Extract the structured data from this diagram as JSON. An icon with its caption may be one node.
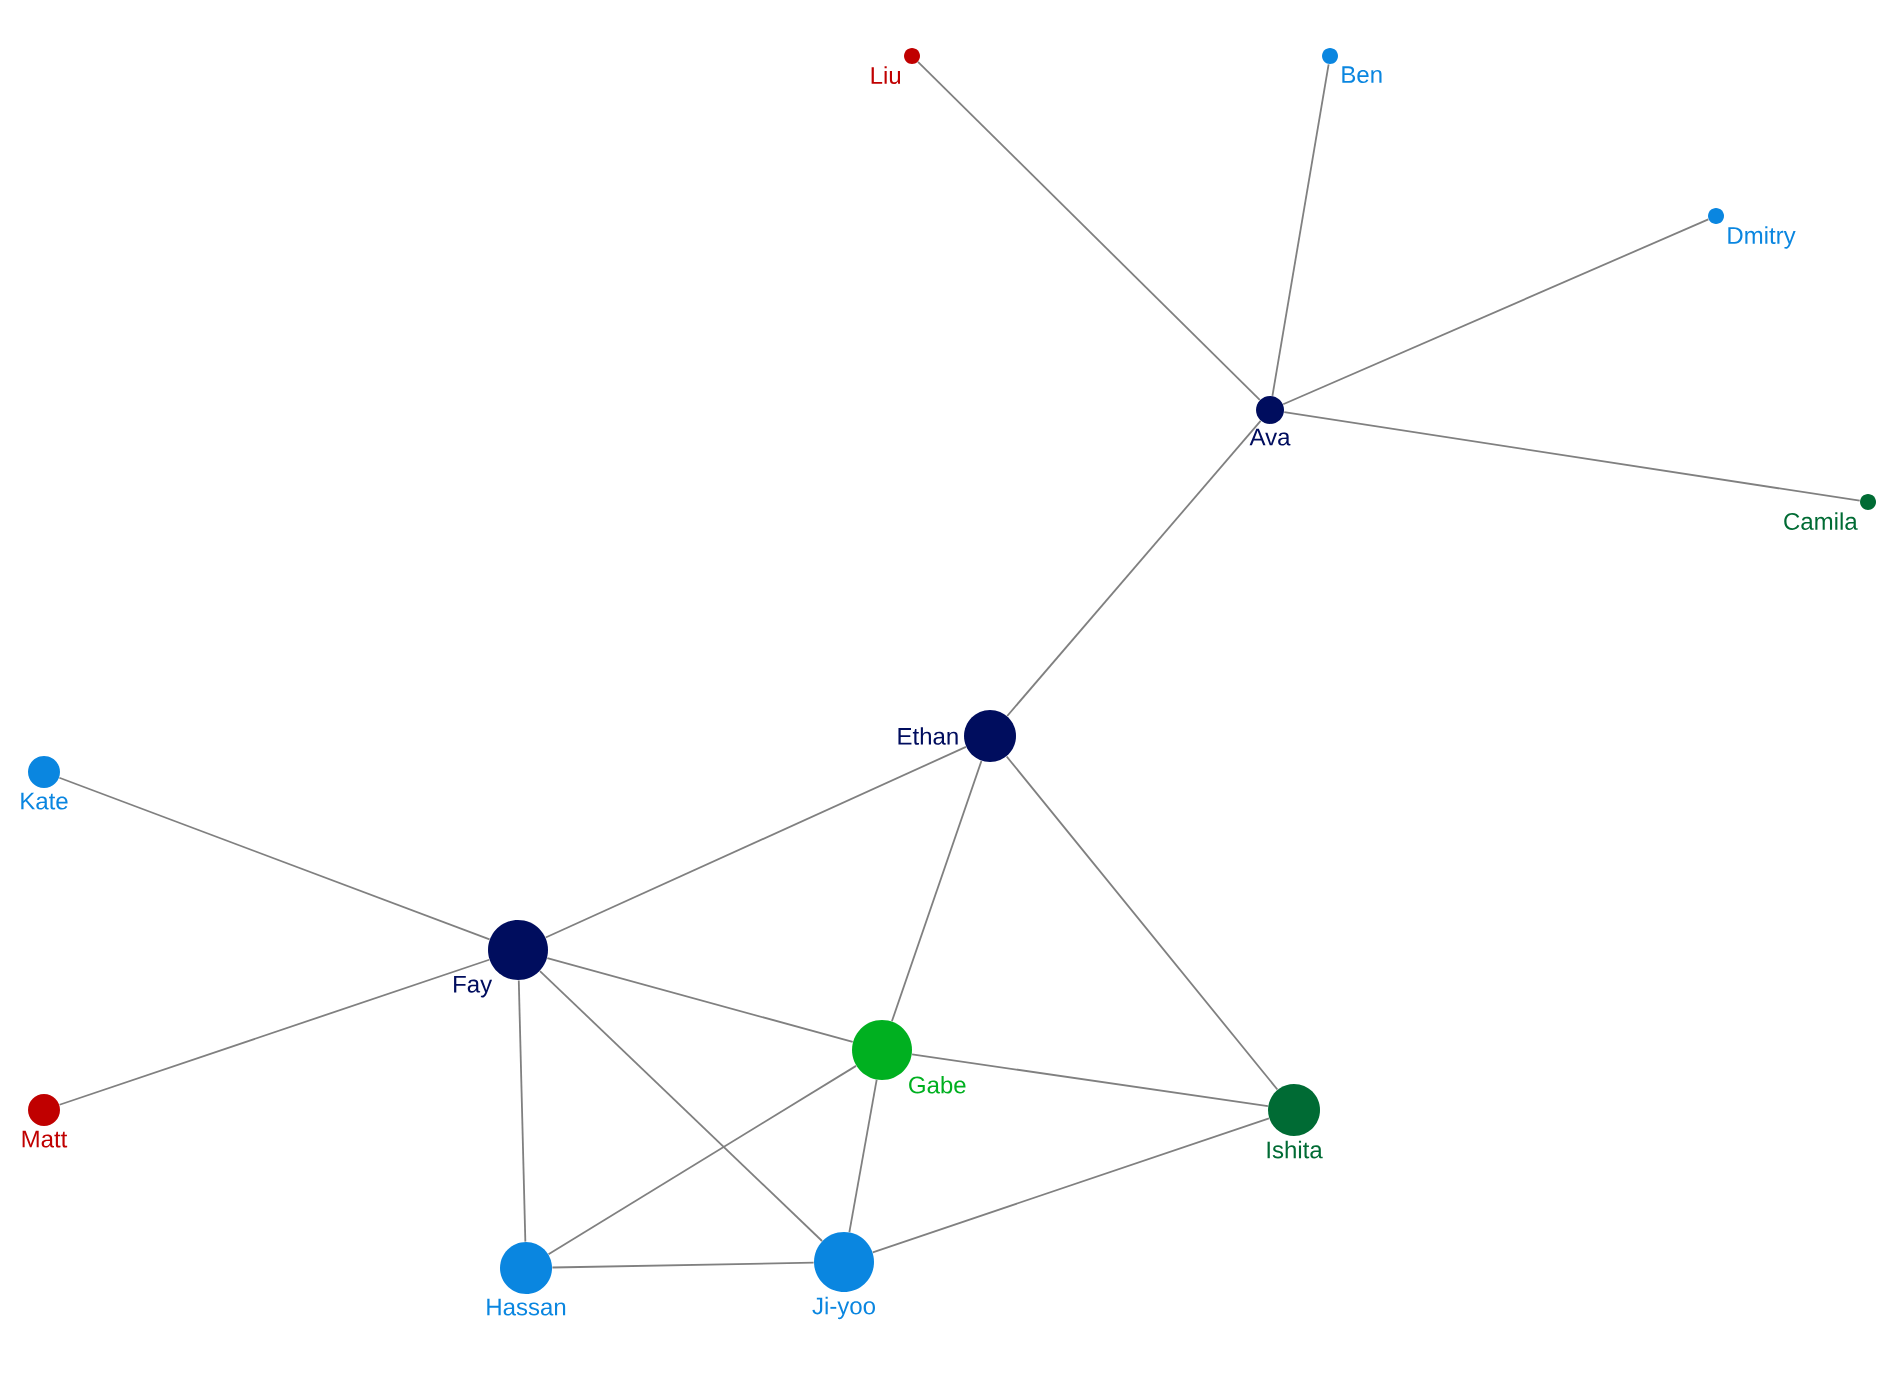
{
  "diagram": {
    "nodes": [
      {
        "text": [
          "Liu"
        ]
      },
      {
        "text": [
          "Ben"
        ]
      },
      {
        "text": [
          "Dmitry"
        ]
      },
      {
        "text": [
          "Ava"
        ]
      },
      {
        "text": [
          "Camila"
        ]
      },
      {
        "text": [
          "Ethan"
        ]
      },
      {
        "text": [
          "Kate"
        ]
      },
      {
        "text": [
          "Fay"
        ]
      },
      {
        "text": [
          "Gabe"
        ]
      },
      {
        "text": [
          "Matt"
        ]
      },
      {
        "text": [
          "Ishita"
        ]
      },
      {
        "text": [
          "Hassan"
        ]
      },
      {
        "text": [
          "Ji-yoo"
        ]
      }
    ],
    "edges": [
      {
        "from": 0,
        "to": 3,
        "arrow": "none"
      },
      {
        "from": 1,
        "to": 3,
        "arrow": "none"
      },
      {
        "from": 2,
        "to": 3,
        "arrow": "none"
      },
      {
        "from": 4,
        "to": 3,
        "arrow": "none"
      },
      {
        "from": 3,
        "to": 5,
        "arrow": "none"
      },
      {
        "from": 5,
        "to": 7,
        "arrow": "none"
      },
      {
        "from": 5,
        "to": 8,
        "arrow": "none"
      },
      {
        "from": 5,
        "to": 10,
        "arrow": "none"
      },
      {
        "from": 6,
        "to": 7,
        "arrow": "none"
      },
      {
        "from": 9,
        "to": 7,
        "arrow": "none"
      },
      {
        "from": 7,
        "to": 8,
        "arrow": "none"
      },
      {
        "from": 7,
        "to": 11,
        "arrow": "none"
      },
      {
        "from": 7,
        "to": 12,
        "arrow": "none"
      },
      {
        "from": 8,
        "to": 11,
        "arrow": "none"
      },
      {
        "from": 8,
        "to": 12,
        "arrow": "none"
      },
      {
        "from": 8,
        "to": 10,
        "arrow": "none"
      },
      {
        "from": 11,
        "to": 12,
        "arrow": "none"
      },
      {
        "from": 12,
        "to": 10,
        "arrow": "none"
      }
    ]
  }
}
